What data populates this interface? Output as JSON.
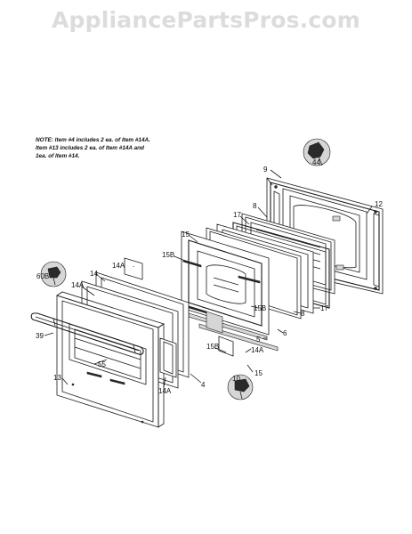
{
  "watermark": "AppliancePartsPros.com",
  "note": {
    "line1": "NOTE: Item #4 includes 2 ea. of Item #14A.",
    "line2": "Item #13 includes 2 ea. of Item #14A and",
    "line3": "1ea. of Item #14."
  },
  "labels": {
    "p9": "9",
    "p44": "44",
    "p12": "12",
    "p8a": "8",
    "p17a": "17",
    "p15a": "15",
    "p15B_a": "15B",
    "p14A_top": "14A",
    "p14": "14",
    "p14A_left": "14A",
    "p60B": "60B",
    "p15B_b": "15B",
    "p8b": "8",
    "p17b": "17",
    "p5": "5",
    "p6": "6",
    "p39": "39",
    "p55": "55",
    "p15B_c": "15B",
    "p14A_right": "14A",
    "p15b": "15",
    "p13": "13",
    "p14A_bottom": "14A",
    "p4": "4",
    "p10": "10"
  }
}
